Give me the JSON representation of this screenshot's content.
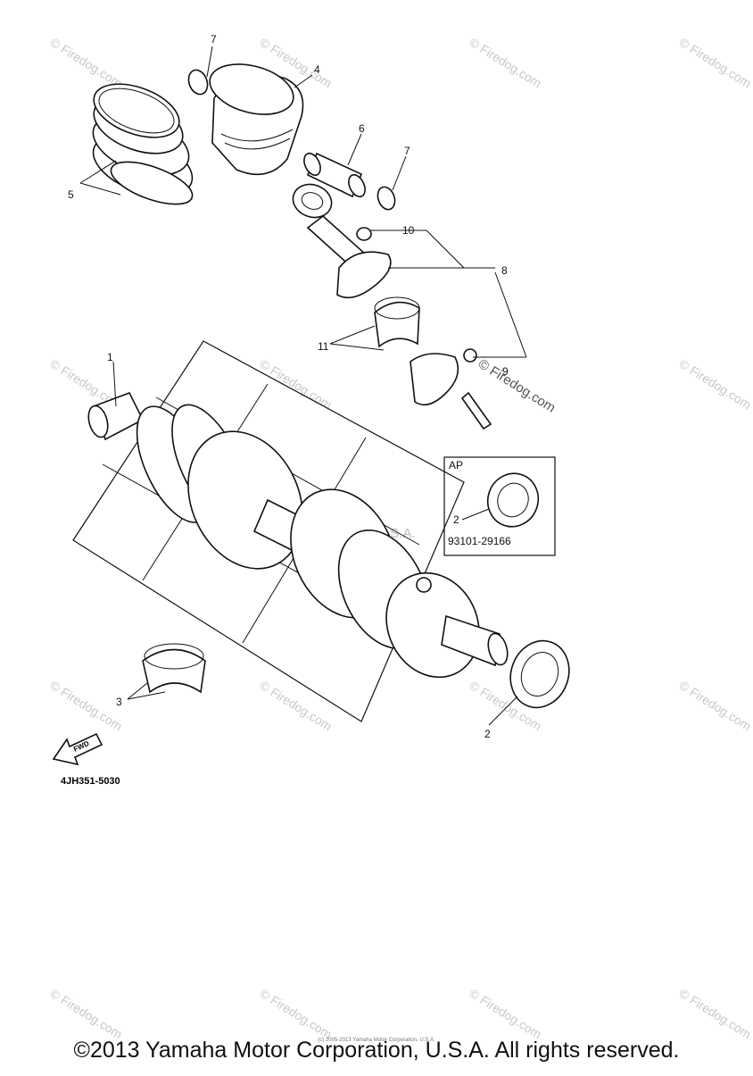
{
  "watermark": {
    "text": "© Firedog.com",
    "icon": "copyright-icon"
  },
  "center_watermark": "Yamaha Motor Corp, U.S.A.",
  "callouts": {
    "c1": "1",
    "c2a": "2",
    "c2b": "2",
    "c3": "3",
    "c4": "4",
    "c5": "5",
    "c6": "6",
    "c7a": "7",
    "c7b": "7",
    "c8": "8",
    "c9": "9",
    "c10": "10",
    "c11": "11"
  },
  "inset": {
    "label": "AP",
    "callout": "2",
    "part_number": "93101-29166"
  },
  "fwd_label": "FWD",
  "fwd_icon": "arrow-left-icon",
  "diagram_code": "4JH351-5030",
  "fine_print": "(c) 2005-2013 Yamaha Motor Corporation, U.S.A.",
  "copyright": "©2013 Yamaha Motor Corporation, U.S.A. All rights reserved."
}
